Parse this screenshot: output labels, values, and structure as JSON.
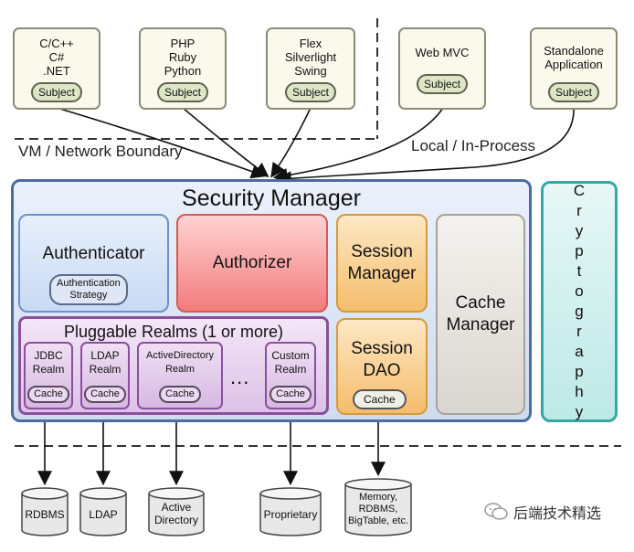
{
  "clients": [
    {
      "lines": [
        "C/C++",
        "C#",
        ".NET"
      ],
      "subject": "Subject"
    },
    {
      "lines": [
        "PHP",
        "Ruby",
        "Python"
      ],
      "subject": "Subject"
    },
    {
      "lines": [
        "Flex",
        "Silverlight",
        "Swing"
      ],
      "subject": "Subject"
    },
    {
      "lines": [
        "Web MVC"
      ],
      "subject": "Subject"
    },
    {
      "lines": [
        "Standalone",
        "Application"
      ],
      "subject": "Subject"
    }
  ],
  "boundaries": {
    "vm_network": "VM / Network Boundary",
    "local": "Local / In-Process"
  },
  "security_manager": {
    "title": "Security Manager",
    "authenticator": {
      "label": "Authenticator",
      "strategy": [
        "Authentication",
        "Strategy"
      ]
    },
    "authorizer": {
      "label": "Authorizer"
    },
    "session_manager": {
      "lines": [
        "Session",
        "Manager"
      ]
    },
    "session_dao": {
      "lines": [
        "Session",
        "DAO"
      ],
      "cache": "Cache"
    },
    "cache_manager": {
      "lines": [
        "Cache",
        "Manager"
      ]
    },
    "realms": {
      "title": "Pluggable Realms (1 or more)",
      "items": [
        {
          "lines": [
            "JDBC",
            "Realm"
          ],
          "cache": "Cache"
        },
        {
          "lines": [
            "LDAP",
            "Realm"
          ],
          "cache": "Cache"
        },
        {
          "lines": [
            "ActiveDirectory",
            "Realm"
          ],
          "cache": "Cache"
        },
        {
          "lines": [
            "Custom",
            "Realm"
          ],
          "cache": "Cache"
        }
      ],
      "ellipsis": "..."
    }
  },
  "cryptography": {
    "letters": [
      "C",
      "r",
      "y",
      "p",
      "t",
      "o",
      "g",
      "r",
      "a",
      "p",
      "h",
      "y"
    ]
  },
  "datastores": [
    {
      "lines": [
        "RDBMS"
      ]
    },
    {
      "lines": [
        "LDAP"
      ]
    },
    {
      "lines": [
        "Active",
        "Directory"
      ]
    },
    {
      "lines": [
        "Proprietary"
      ]
    },
    {
      "lines": [
        "Memory,",
        "RDBMS,",
        "BigTable, etc."
      ]
    }
  ],
  "watermark": {
    "text": "后端技术精选"
  }
}
